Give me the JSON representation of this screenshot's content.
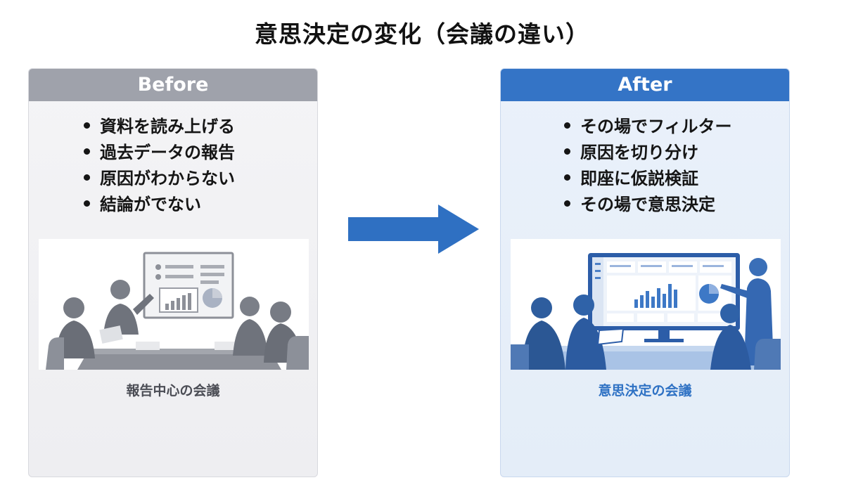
{
  "title": "意思決定の変化（会議の違い）",
  "before": {
    "header": "Before",
    "items": [
      "資料を読み上げる",
      "過去データの報告",
      "原因がわからない",
      "結論がでない"
    ],
    "caption": "報告中心の会議"
  },
  "after": {
    "header": "After",
    "items": [
      "その場でフィルター",
      "原因を切り分け",
      "即座に仮説検証",
      "その場で意思決定"
    ],
    "caption": "意思決定の会議"
  },
  "colors": {
    "before_header": "#9fa2ab",
    "after_header": "#3474c6",
    "arrow": "#2f70c2",
    "after_caption": "#2f72c4"
  },
  "icons": {
    "arrow": "right-arrow-icon",
    "before_illustration": "report-meeting-illustration",
    "after_illustration": "decision-meeting-illustration"
  }
}
